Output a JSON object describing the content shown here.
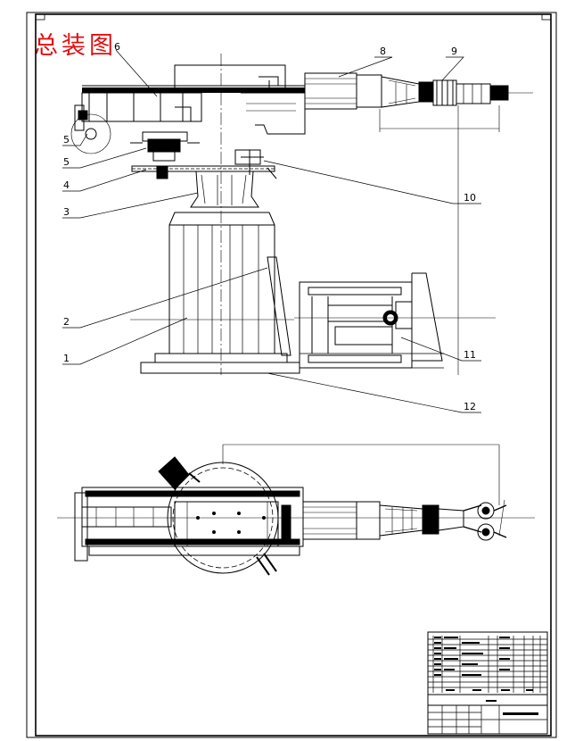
{
  "drawing": {
    "title": "总装图",
    "balloons": [
      "1",
      "2",
      "3",
      "4",
      "5",
      "5",
      "6",
      "8",
      "9",
      "10",
      "11",
      "12"
    ],
    "colors": {
      "ink": "#000000",
      "title": "#e01010",
      "paper": "#ffffff"
    }
  }
}
